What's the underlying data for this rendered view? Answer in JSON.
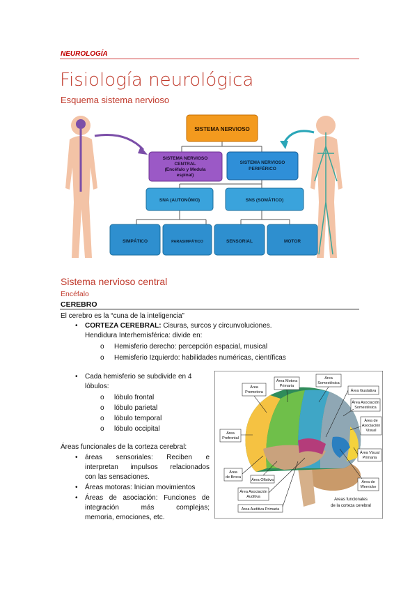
{
  "header": {
    "tag": "NEUROLOGÍA"
  },
  "title": "Fisiología neurológica",
  "subtitle": "Esquema sistema nervioso",
  "diagram": {
    "root": "SISTEMA NERVIOSO",
    "snc_l1": "SISTEMA NERVIOSO",
    "snc_l2": "CENTRAL",
    "snc_l3": "(Encéfalo y Medula",
    "snc_l4": "espinal)",
    "snp_l1": "SISTEMA NERVIOSO",
    "snp_l2": "PERIFÉRICO",
    "sna": "SNA (AUTONÓMO)",
    "sns": "SNS (SOMÁTICO)",
    "simpatico": "SIMPÁTICO",
    "parasimpatico": "PARASIMPÁTICO",
    "sensorial": "SENSORIAL",
    "motor": "MOTOR",
    "colors": {
      "root": "#f39a1e",
      "snc": "#9b59c6",
      "snp": "#2f8fd8",
      "level2": "#3aa3dc",
      "level3": "#2e8fcf"
    }
  },
  "section": {
    "title": "Sistema nervioso central",
    "sub": "Encéfalo",
    "subsub": "CEREBRO"
  },
  "body": {
    "intro": "El cerebro es la “cuna de la inteligencia”",
    "corteza_label": "CORTEZA CEREBRAL:",
    "corteza_text": " Cisuras, surcos y circunvoluciones.",
    "hendidura": "Hendidura Interhemisférica: divide en:",
    "hemi_der": "Hemisferio derecho: percepción espacial, musical",
    "hemi_izq": "Hemisferio Izquierdo: habilidades numéricas, científicas",
    "cada_l1": "Cada hemisferio se subdivide en 4",
    "cada_l2": "lóbulos:",
    "lobulos": [
      "lóbulo frontal",
      "lóbulo parietal",
      "lóbulo temporal",
      "lóbulo occipital"
    ],
    "areas_title": "Áreas funcionales de la corteza cerebral:",
    "areas_sens_a": "áreas sensoriales: Reciben e",
    "areas_sens_b": "interpretan impulsos relacionados",
    "areas_sens_c": "con las sensaciones.",
    "areas_mot": "Áreas motoras: Inician movimientos",
    "areas_aso_a": "Áreas de asociación: Funciones de",
    "areas_aso_b": "integración más complejas;",
    "areas_aso_c": "memoria, emociones, etc."
  },
  "brain": {
    "premotora_1": "Área",
    "premotora_2": "Premotora",
    "motora_1": "Área Motora",
    "motora_2": "Primaria",
    "somest_1": "Área",
    "somest_2": "Somestésica",
    "gustativa": "Área Gustativa",
    "asoc_som_1": "Área Asociación",
    "asoc_som_2": "Somestésica",
    "asoc_vis_1": "Área de",
    "asoc_vis_2": "Asociación",
    "asoc_vis_3": "Visual",
    "prefrontal_1": "Área",
    "prefrontal_2": "Prefrontal",
    "visual_1": "Área Visual",
    "visual_2": "Primaria",
    "broca_1": "Área",
    "broca_2": "de Broca",
    "olfativa": "Área Olfativa",
    "wernicke_1": "Área de",
    "wernicke_2": "Wernicke",
    "asoc_aud_1": "Área Asociación",
    "asoc_aud_2": "Auditiva",
    "aud_prim": "Área Auditiva Primaria",
    "caption_1": "Areas funcionales",
    "caption_2": "de la corteza cerebral"
  }
}
